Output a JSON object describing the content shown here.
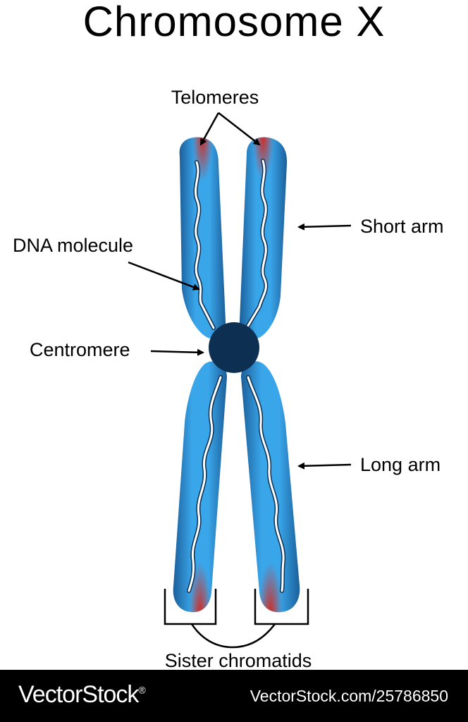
{
  "title": "Chromosome X",
  "labels": {
    "telomeres": "Telomeres",
    "short_arm": "Short arm",
    "dna_molecule": "DNA molecule",
    "centromere": "Centromere",
    "long_arm": "Long arm",
    "sister_chromatids": "Sister chromatids"
  },
  "footer": {
    "brand": "VectorStock",
    "registered": "®",
    "stock_id": "VectorStock.com/25786850"
  },
  "colors": {
    "chromatid_blue": "#2f8fd6",
    "chromatid_light": "#43b3f3",
    "telomere_red": "#c8281e",
    "centromere": "#0d2f52",
    "background": "#ffffff",
    "footer_bg": "#000000"
  }
}
